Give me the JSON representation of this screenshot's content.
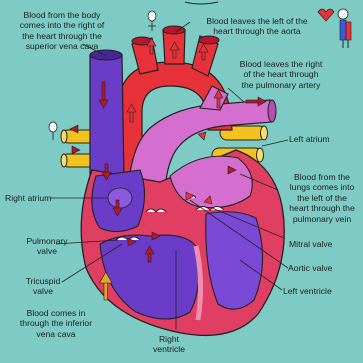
{
  "colors": {
    "background": "#7ecbc5",
    "oxygenated": "#e8323a",
    "deoxygenated": "#6a3cc8",
    "pulmonary": "#d46fd0",
    "fat": "#f2c21e"
  },
  "labels": {
    "svc": [
      "Blood from the body",
      "comes into the right of",
      "the heart through the",
      "superior vena cava"
    ],
    "aorta": [
      "Blood leaves the left of the",
      "heart through the aorta"
    ],
    "pulmonary_artery": [
      "Blood leaves the right",
      "of the heart through",
      "the pulmonary artery"
    ],
    "left_atrium": "Left atrium",
    "pulmonary_vein": [
      "Blood from the",
      "lungs comes into",
      "the left of the",
      "heart through the",
      "pulmonary vein"
    ],
    "right_atrium": "Right atrium",
    "pulmonary_valve": [
      "Pulmonary",
      "valve"
    ],
    "mitral_valve": "Mitral valve",
    "tricuspid_valve": [
      "Tricuspid",
      "valve"
    ],
    "aortic_valve": "Aortic valve",
    "left_ventricle": "Left ventricle",
    "ivc": [
      "Blood comes in",
      "through the inferior",
      "vena cava"
    ],
    "right_ventricle": [
      "Right",
      "ventricle"
    ]
  }
}
